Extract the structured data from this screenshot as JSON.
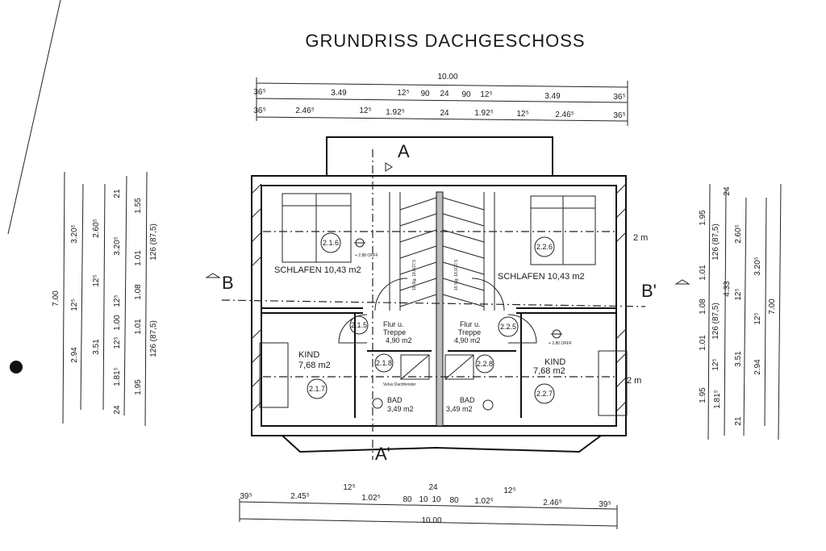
{
  "title": "GRUNDRISS DACHGESCHOSS",
  "section_markers": {
    "a_top": "A",
    "a_bottom": "A'",
    "b_left": "B",
    "b_right": "B'"
  },
  "top_dimensions": {
    "total": "10.00",
    "row1": [
      "36⁵",
      "3.49",
      "12⁵",
      "90",
      "24",
      "90",
      "12⁵",
      "3.49",
      "36⁵"
    ],
    "row2": [
      "36⁵",
      "2.46⁵",
      "12⁵",
      "1.92⁵",
      "24",
      "1.92⁵",
      "12⁵",
      "2.46⁵",
      "36⁵"
    ]
  },
  "bottom_dimensions": {
    "row": [
      "39⁵",
      "2.45⁵",
      "12⁵",
      "1.02⁵",
      "80",
      "10",
      "24",
      "10",
      "80",
      "1.02⁵",
      "12⁵",
      "2.46⁵",
      "39⁵"
    ],
    "total": "10.00"
  },
  "left_dimensions": {
    "total": "7.00",
    "col1": [
      "3.20⁵",
      "12⁵",
      "2.94"
    ],
    "col2": [
      "2.60⁵",
      "12⁵",
      "3.51"
    ],
    "col3": [
      "21",
      "3.20⁵",
      "12⁵",
      "1.00",
      "12⁵",
      "1.81⁵",
      "24"
    ],
    "col4": [
      "1.55",
      "1.01",
      "1.08",
      "1.01",
      "1.95"
    ],
    "col5": [
      "126 (87,5)",
      "126 (87,5)"
    ]
  },
  "right_dimensions": {
    "col1": [
      "1.95",
      "1.01",
      "1.08",
      "1.01",
      "1.95"
    ],
    "col2": [
      "126 (87,5)",
      "126 (87,5)",
      "12⁵"
    ],
    "col3": [
      "24",
      "4.33",
      "1.81⁵"
    ],
    "col4": [
      "21",
      "2.60⁵",
      "12⁵",
      "3.51"
    ],
    "col5": [
      "3.20⁵",
      "12⁵",
      "2.94"
    ],
    "total": "7.00"
  },
  "height_markers": [
    "2 m",
    "2 m"
  ],
  "rooms": {
    "schlafen_left": {
      "name": "SCHLAFEN 10,43 m2",
      "number": "2.1.6"
    },
    "schlafen_right": {
      "name": "SCHLAFEN 10,43 m2",
      "number": "2.2.6"
    },
    "flur_left": {
      "line1": "Flur u.",
      "line2": "Treppe",
      "area": "4,90 m2",
      "number": "2.1.5"
    },
    "flur_right": {
      "line1": "Flur u.",
      "line2": "Treppe",
      "area": "4,90 m2",
      "number": "2.2.5"
    },
    "kind_left": {
      "name": "KIND",
      "area": "7,68 m2",
      "number": "2.1.7"
    },
    "kind_right": {
      "name": "KIND",
      "area": "7,68 m2",
      "number": "2.2.7"
    },
    "bad_left": {
      "name": "BAD",
      "area": "3,49 m2",
      "number": "2.1.8"
    },
    "bad_right": {
      "name": "BAD",
      "area": "3,49 m2",
      "number": "2.2.8"
    }
  },
  "annotations": {
    "okff_left": "+ 2.88 OKFF",
    "okff_right": "+ 2.80 OKFF",
    "stair_left": "15 Stg. 18,0/27,5",
    "stair_right": "15 Stg. 18,0/27,5",
    "dachfenster": "Velux Dachfenster"
  }
}
